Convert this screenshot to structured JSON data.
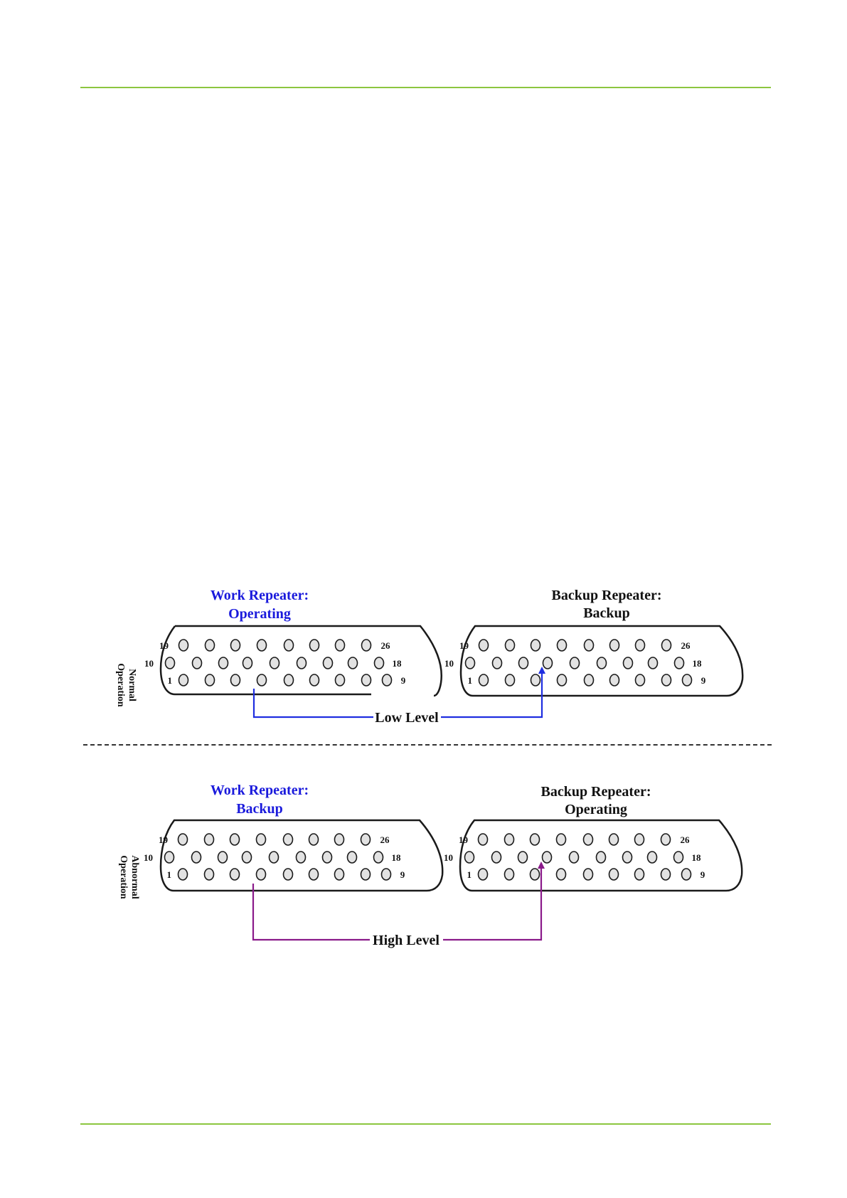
{
  "colors": {
    "rule": "#8cc63f",
    "work_title": "#1a1adc",
    "normal_line": "#1f2ee0",
    "abnormal_line": "#8a1a8a",
    "connector_outline": "#1a1a1a",
    "pin_fill": "#e2e2e2"
  },
  "panels": [
    {
      "side_label_line1": "Normal",
      "side_label_line2": "Operation",
      "work_title_line1": "Work Repeater:",
      "work_title_line2": "Operating",
      "backup_title_line1": "Backup Repeater:",
      "backup_title_line2": "Backup",
      "level_label": "Low Level",
      "line_color_key": "normal_line"
    },
    {
      "side_label_line1": "Abnormal",
      "side_label_line2": "Operation",
      "work_title_line1": "Work Repeater:",
      "work_title_line2": "Backup",
      "backup_title_line1": "Backup Repeater:",
      "backup_title_line2": "Operating",
      "level_label": "High Level",
      "line_color_key": "abnormal_line"
    }
  ],
  "pin_labels": {
    "row_top_start": "19",
    "row_top_end": "26",
    "row_mid_start": "10",
    "row_mid_end": "18",
    "row_bot_start": "1",
    "row_bot_end": "9"
  }
}
